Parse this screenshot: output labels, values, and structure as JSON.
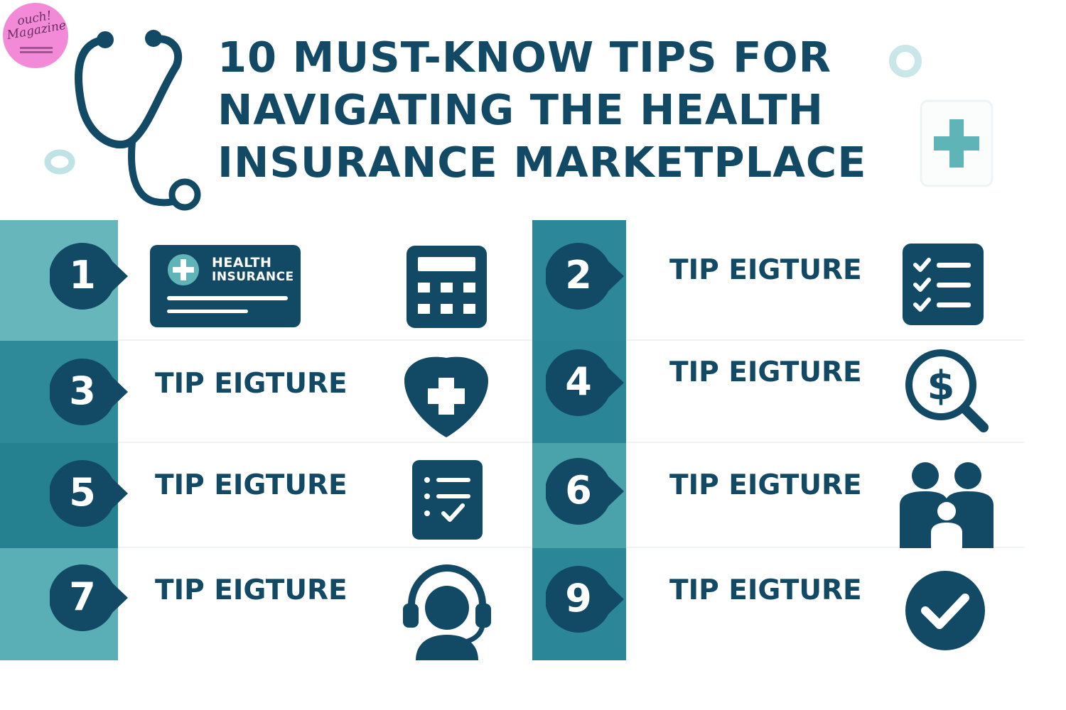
{
  "logo": {
    "line1": "ouch!",
    "line2": "Magazine"
  },
  "title": "10 MUST-KNOW TIPS FOR\nNAVIGATING THE HEALTH\nINSURANCE MARKETPLACE",
  "colors": {
    "navy": "#124a66",
    "teal_light": "#67b6bc",
    "teal_mid": "#3a97a5",
    "teal_dark": "#1f7d8e",
    "logo_pink": "#f28ad8"
  },
  "health_card": {
    "line1": "HEALTH",
    "line2": "INSURANCE"
  },
  "tips": [
    {
      "number": "1",
      "text": "",
      "icon": "calculator-icon"
    },
    {
      "number": "2",
      "text": "TIP EIGTURE",
      "icon": "checklist-icon"
    },
    {
      "number": "3",
      "text": "TIP EIGTURE",
      "icon": "shield-plus-icon"
    },
    {
      "number": "4",
      "text": "TIP EIGTURE",
      "icon": "dollar-search-icon"
    },
    {
      "number": "5",
      "text": "TIP EIGTURE",
      "icon": "clipboard-check-icon"
    },
    {
      "number": "6",
      "text": "TIP EIGTURE",
      "icon": "family-icon"
    },
    {
      "number": "7",
      "text": "TIP EIGTURE",
      "icon": "headset-support-icon"
    },
    {
      "number": "9",
      "text": "TIP EIGTURE",
      "icon": "checkmark-circle-icon"
    }
  ]
}
